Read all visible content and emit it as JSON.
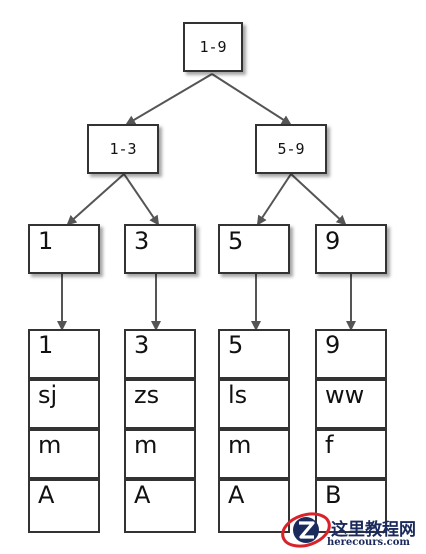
{
  "tree": {
    "root": {
      "label": "1-9"
    },
    "internal": [
      {
        "label": "1-3"
      },
      {
        "label": "5-9"
      }
    ],
    "leaves": [
      {
        "key": "1"
      },
      {
        "key": "3"
      },
      {
        "key": "5"
      },
      {
        "key": "9"
      }
    ],
    "records": [
      {
        "values": [
          "1",
          "sj",
          "m",
          "A"
        ]
      },
      {
        "values": [
          "3",
          "zs",
          "m",
          "A"
        ]
      },
      {
        "values": [
          "5",
          "ls",
          "m",
          "A"
        ]
      },
      {
        "values": [
          "9",
          "ww",
          "f",
          "B"
        ]
      }
    ]
  },
  "watermark": {
    "title": "这里教程网",
    "url": "herecours.com",
    "icon": "z-logo-icon"
  },
  "colors": {
    "box_border": "#333333",
    "arrow": "#555555",
    "watermark_text": "#1a2a5c",
    "watermark_red": "#d8232a"
  }
}
